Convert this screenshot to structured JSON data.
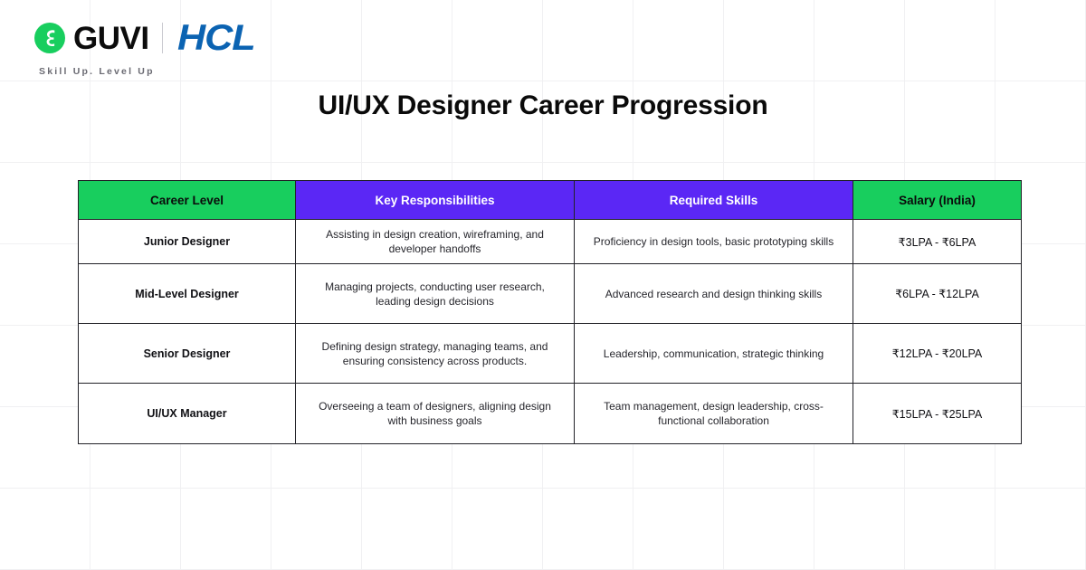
{
  "brand": {
    "logo_icon": "guvi-g-mark-icon",
    "guvi_name": "GUVI",
    "partner_name": "HCL",
    "tagline": "Skill Up. Level Up",
    "guvi_green": "#18CE5E",
    "hcl_blue": "#0B63B2"
  },
  "header": {
    "title": "UI/UX Designer Career Progression"
  },
  "table": {
    "columns": [
      {
        "label": "Career Level",
        "accent": "#18CE5E",
        "style": "green"
      },
      {
        "label": "Key Responsibilities",
        "accent": "#5B27F5",
        "style": "purple"
      },
      {
        "label": "Required Skills",
        "accent": "#5B27F5",
        "style": "purple"
      },
      {
        "label": "Salary (India)",
        "accent": "#18CE5E",
        "style": "green"
      }
    ],
    "rows": [
      {
        "level": "Junior Designer",
        "responsibilities": "Assisting in design creation, wireframing, and developer handoffs",
        "skills": "Proficiency in design tools, basic prototyping skills",
        "salary": "₹3LPA - ₹6LPA"
      },
      {
        "level": "Mid-Level Designer",
        "responsibilities": "Managing projects, conducting user research, leading design decisions",
        "skills": "Advanced research and design thinking skills",
        "salary": "₹6LPA - ₹12LPA"
      },
      {
        "level": "Senior Designer",
        "responsibilities": "Defining design strategy, managing teams, and ensuring consistency across products.",
        "skills": "Leadership, communication, strategic thinking",
        "salary": "₹12LPA - ₹20LPA"
      },
      {
        "level": "UI/UX Manager",
        "responsibilities": "Overseeing a team of designers, aligning design with business goals",
        "skills": "Team management, design leadership, cross-functional collaboration",
        "salary": "₹15LPA - ₹25LPA"
      }
    ]
  }
}
